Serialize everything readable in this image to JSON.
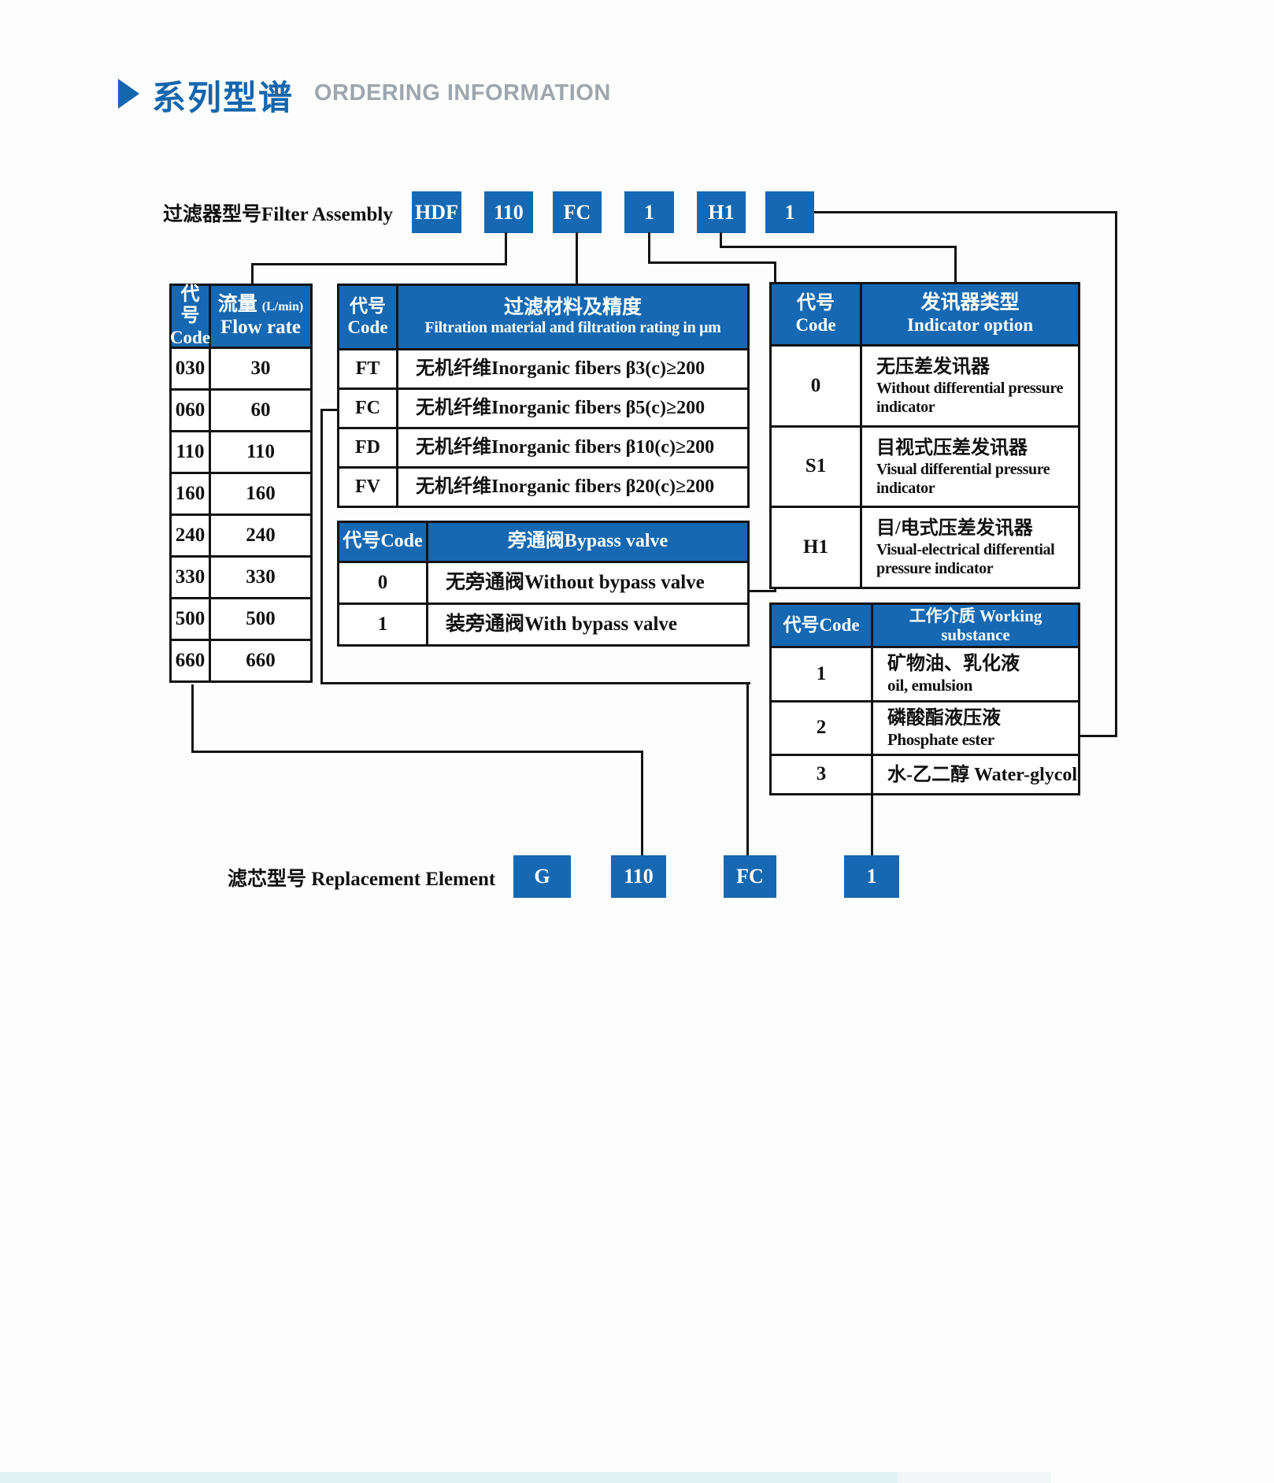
{
  "header": {
    "title_cn": "系列型谱",
    "title_en": "ORDERING INFORMATION"
  },
  "colors": {
    "accent_blue": "#1568b1",
    "line_black": "#141414",
    "title_blue": "#1466ad",
    "title_gray": "#9fa6ad"
  },
  "filter_assembly": {
    "label": "过滤器型号Filter Assembly",
    "codes": [
      "HDF",
      "110",
      "FC",
      "1",
      "H1",
      "1"
    ]
  },
  "replacement_element": {
    "label": "滤芯型号 Replacement Element",
    "codes": [
      "G",
      "110",
      "FC",
      "1"
    ]
  },
  "flow_table": {
    "col1_line1": "代号",
    "col1_line2": "Code",
    "col2_line1": "流量",
    "col2_unit": "(L/min)",
    "col2_line2": "Flow rate",
    "rows": [
      [
        "030",
        "30"
      ],
      [
        "060",
        "60"
      ],
      [
        "110",
        "110"
      ],
      [
        "160",
        "160"
      ],
      [
        "240",
        "240"
      ],
      [
        "330",
        "330"
      ],
      [
        "500",
        "500"
      ],
      [
        "660",
        "660"
      ]
    ]
  },
  "filtration_table": {
    "col1_line1": "代号",
    "col1_line2": "Code",
    "col2_line1": "过滤材料及精度",
    "col2_line2": "Filtration material and filtration rating in μm",
    "rows": [
      [
        "FT",
        "无机纤维Inorganic fibers β3(c)≥200"
      ],
      [
        "FC",
        "无机纤维Inorganic fibers β5(c)≥200"
      ],
      [
        "FD",
        "无机纤维Inorganic fibers β10(c)≥200"
      ],
      [
        "FV",
        "无机纤维Inorganic fibers β20(c)≥200"
      ]
    ]
  },
  "bypass_table": {
    "col1": "代号Code",
    "col2": "旁通阀Bypass valve",
    "rows": [
      [
        "0",
        "无旁通阀Without bypass valve"
      ],
      [
        "1",
        "装旁通阀With bypass valve"
      ]
    ]
  },
  "indicator_table": {
    "col1_line1": "代号",
    "col1_line2": "Code",
    "col2_line1": "发讯器类型",
    "col2_line2": "Indicator option",
    "rows": [
      {
        "code": "0",
        "cn": "无压差发讯器",
        "en": "Without differential pressure indicator"
      },
      {
        "code": "S1",
        "cn": "目视式压差发讯器",
        "en": "Visual differential pressure indicator"
      },
      {
        "code": "H1",
        "cn": "目/电式压差发讯器",
        "en": "Visual-electrical differential pressure indicator"
      }
    ]
  },
  "substance_table": {
    "col1": "代号Code",
    "col2": "工作介质 Working substance",
    "rows": [
      {
        "code": "1",
        "cn": "矿物油、乳化液",
        "en": "oil, emulsion"
      },
      {
        "code": "2",
        "cn": "磷酸酯液压液",
        "en": "Phosphate ester"
      },
      {
        "code": "3",
        "cn": "水-乙二醇 Water-glycol",
        "en": ""
      }
    ]
  }
}
